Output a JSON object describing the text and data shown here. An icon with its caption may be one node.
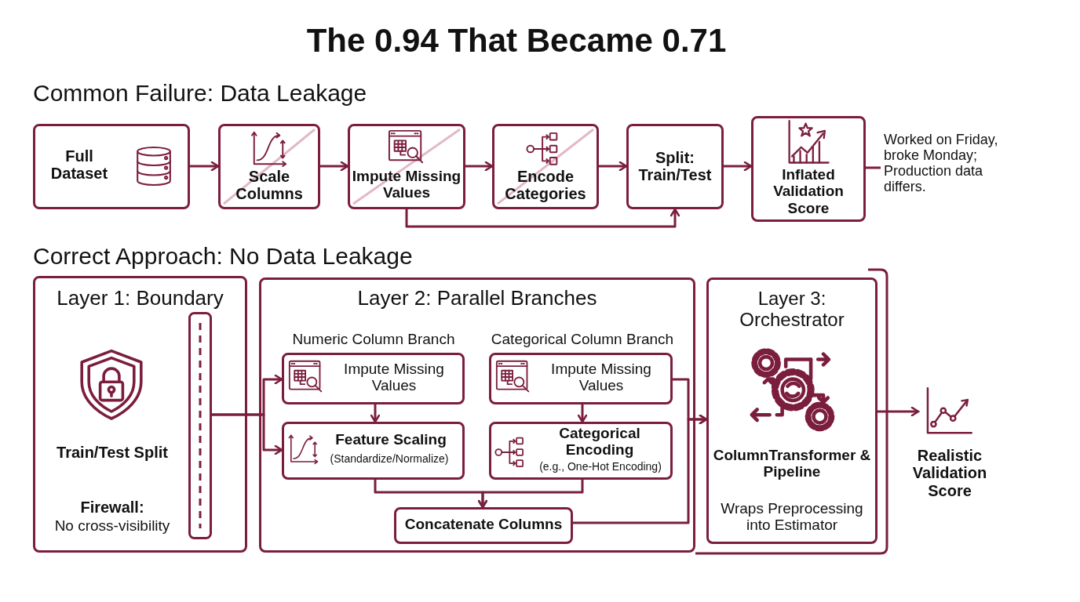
{
  "diagram": {
    "title": "The 0.94 That Became 0.71",
    "nodes": [
      {
        "text": [
          "Full Dataset"
        ]
      },
      {
        "text": [
          "Scale Columns"
        ]
      },
      {
        "text": [
          "Impute Missing Values"
        ]
      },
      {
        "text": [
          "Encode Categories"
        ]
      },
      {
        "text": [
          "Split: Train/Test"
        ]
      },
      {
        "text": [
          "Inflated Validation Score"
        ]
      },
      {
        "text": [
          "Worked on Friday, broke Monday; Production data differs."
        ]
      },
      {
        "text": [
          "Layer 1: Boundary",
          "Train/Test Split",
          "Firewall:",
          "No cross-visibility"
        ]
      },
      {
        "text": [],
        "shape": "bar",
        "in": 7
      },
      {
        "text": [
          "Layer 2: Parallel Branches"
        ]
      },
      {
        "text": [
          "Impute Missing Values"
        ],
        "in": 9
      },
      {
        "text": [
          "Feature Scaling",
          "(Standardize/Normalize)"
        ],
        "in": 9
      },
      {
        "text": [
          "Impute Missing Values"
        ],
        "in": 9
      },
      {
        "text": [
          "Categorical Encoding",
          "(e.g., One-Hot Encoding)"
        ],
        "in": 9
      },
      {
        "text": [
          "Concatenate Columns"
        ],
        "in": 9
      },
      {
        "text": [
          "Layer 3: Orchestrator",
          "ColumnTransformer & Pipeline",
          "Wraps Preprocessing into Estimator"
        ]
      },
      {
        "text": [
          "Realistic Validation Score"
        ]
      }
    ],
    "edges": [
      {
        "from": 0,
        "to": 1,
        "arrow": "to"
      },
      {
        "from": 1,
        "to": 2,
        "arrow": "to"
      },
      {
        "from": 2,
        "to": 3,
        "arrow": "to"
      },
      {
        "from": 3,
        "to": 4,
        "arrow": "to"
      },
      {
        "from": 4,
        "to": 5,
        "arrow": "to"
      },
      {
        "from": 2,
        "to": 4,
        "arrow": "to"
      },
      {
        "from": 5,
        "to": 6,
        "arrow": "none"
      },
      {
        "from": 8,
        "to": 10,
        "arrow": "to"
      },
      {
        "from": 8,
        "to": 11,
        "arrow": "to"
      },
      {
        "from": 10,
        "to": 11,
        "arrow": "to"
      },
      {
        "from": 12,
        "to": 13,
        "arrow": "to"
      },
      {
        "from": 11,
        "to": 14,
        "arrow": "to"
      },
      {
        "from": 13,
        "to": 14,
        "arrow": "to"
      },
      {
        "from": 12,
        "to": 15,
        "arrow": "to"
      },
      {
        "from": 14,
        "to": 15,
        "arrow": "to"
      },
      {
        "from": 15,
        "to": 16,
        "arrow": "to"
      }
    ],
    "labels": [
      "Common Failure: Data Leakage",
      "Correct Approach: No Data Leakage",
      "Numeric Column Branch",
      "Categorical Column Branch"
    ]
  }
}
